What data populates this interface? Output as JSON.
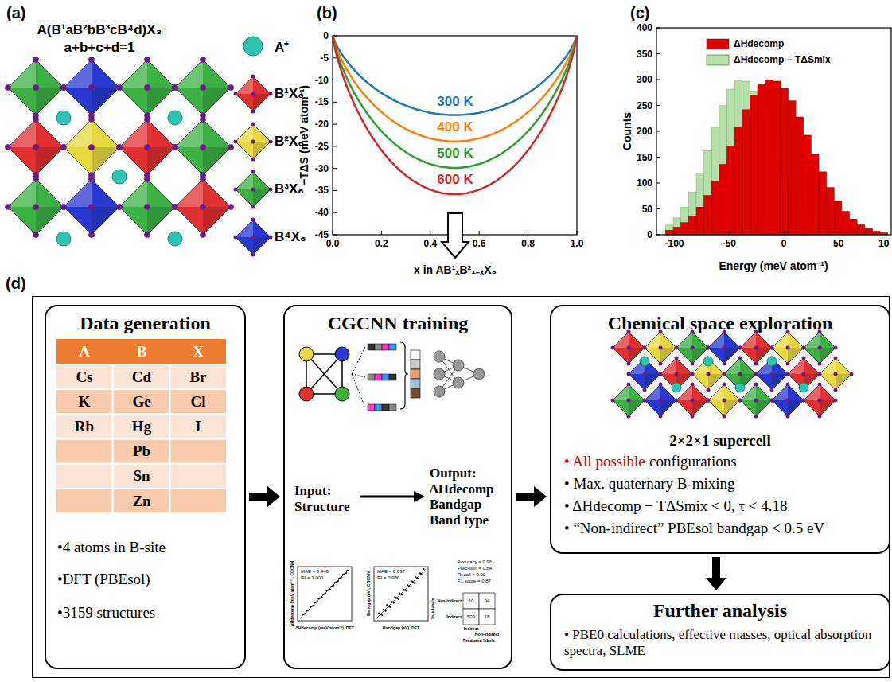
{
  "diagram": {
    "nodes": [
      {
        "text": [
          "(d)"
        ]
      },
      {
        "text": [
          "Data generation",
          "•4 atoms in B-site",
          "•DFT (PBEsol)",
          "•3159 structures"
        ],
        "in": 0
      },
      {
        "text": [
          "CGCNN training",
          "Input: Structure",
          "Output: ΔHdecomp Bandgap Band type"
        ],
        "in": 0
      },
      {
        "text": [
          "Chemical space exploration",
          "2×2×1 supercell",
          "• All possible",
          "configurations",
          "• Max. quaternary B-mixing",
          "• ΔHdecomp − TΔSmix < 0, τ < 4.18",
          "• “Non-indirect” PBEsol bandgap < 0.5 eV"
        ],
        "in": 0
      },
      {
        "text": [
          "Further analysis",
          "• PBE0 calculations, effective masses, optical absorption spectra, SLME"
        ],
        "in": 0
      }
    ],
    "edges": [
      {
        "from": 1,
        "to": 2,
        "arrow": "to"
      },
      {
        "from": 2,
        "to": 3,
        "arrow": "to"
      },
      {
        "from": 3,
        "to": 4,
        "arrow": "to"
      }
    ],
    "labels": [
      "(a)",
      "A(B¹aB²bB³cB⁴d)X₃",
      "a+b+c+d=1",
      "(b)",
      "0",
      "-5",
      "-10",
      "-15",
      "-20",
      "-25",
      "-30",
      "-35",
      "-40",
      "-45",
      "0.0",
      "0.2",
      "0.4",
      "0.6",
      "0.8",
      "1.0",
      "−TΔS (meV atom⁻¹)",
      "x in AB¹ₓB²₁₋ₓX₃",
      "300 K",
      "400 K",
      "500 K",
      "600 K",
      "(c)",
      "0",
      "50",
      "100",
      "150",
      "200",
      "250",
      "300",
      "350",
      "400",
      "-100",
      "-50",
      "0",
      "50",
      "10",
      "Energy (meV atom⁻¹)",
      "Counts",
      "A",
      "B",
      "X",
      "Cs",
      "Cd",
      "Br",
      "K",
      "Ge",
      "Cl",
      "Rb",
      "Hg",
      "I",
      "Pb",
      "Sn",
      "Zn",
      "MAE = 0.449",
      "R² = 1.000",
      "ΔHdecomp (meV atom⁻¹), DFT",
      "ΔHdecomp (meV atom⁻¹), CGCNN",
      "MAE = 0.037",
      "R² = 0.986",
      "Bandgap (eV), DFT",
      "Bandgap (eV), CGCNN",
      "Accuracy = 0.96",
      "Precision = 0.84",
      "Recall = 0.90",
      "F1 score = 0.87",
      "10",
      "94",
      "509",
      "18",
      "True labels",
      "Non-indirect",
      "Indirect",
      "Indirect",
      "Non-indirect",
      "Predicted labels"
    ],
    "legend": [
      {
        "text": "A⁺"
      },
      {
        "text": "B¹X₆"
      },
      {
        "text": "B²X₆"
      },
      {
        "text": "B³X₆"
      },
      {
        "text": "B⁴X₆"
      },
      {
        "text": "ΔHdecomp",
        "color": "#e00000"
      },
      {
        "text": "ΔHdecomp − TΔSmix",
        "color": "#b5e0a8"
      }
    ]
  }
}
